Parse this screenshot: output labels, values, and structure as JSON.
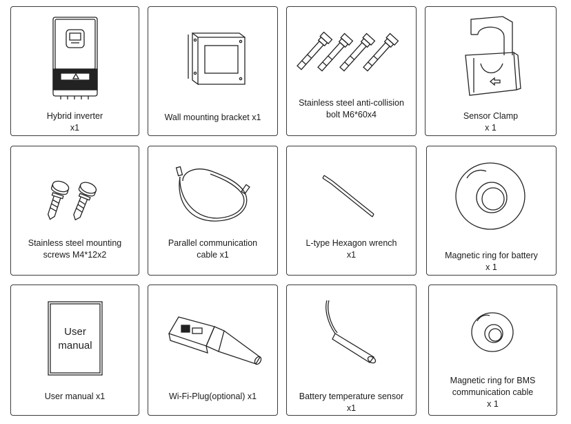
{
  "items": [
    {
      "line1": "Hybrid inverter",
      "line2": "x1"
    },
    {
      "line1": "Wall mounting bracket x1",
      "line2": ""
    },
    {
      "line1": "Stainless steel anti-collision",
      "line2": "bolt M6*60x4"
    },
    {
      "line1": "Sensor Clamp",
      "line2": "x 1"
    },
    {
      "line1": "Stainless steel mounting",
      "line2": "screws M4*12x2"
    },
    {
      "line1": "Parallel communication",
      "line2": "cable x1"
    },
    {
      "line1": "L-type Hexagon wrench",
      "line2": "x1"
    },
    {
      "line1": "Magnetic ring for battery",
      "line2": "x 1"
    },
    {
      "line1": "User manual x1",
      "line2": ""
    },
    {
      "line1": "Wi-Fi-Plug(optional) x1",
      "line2": ""
    },
    {
      "line1": "Battery temperature sensor",
      "line2": "x1"
    },
    {
      "line1": "Magnetic ring for BMS",
      "line2": "communication cable"
    },
    {
      "line1": "",
      "line2": "x 1"
    }
  ],
  "manual_cover": {
    "line1": "User",
    "line2": "manual"
  }
}
